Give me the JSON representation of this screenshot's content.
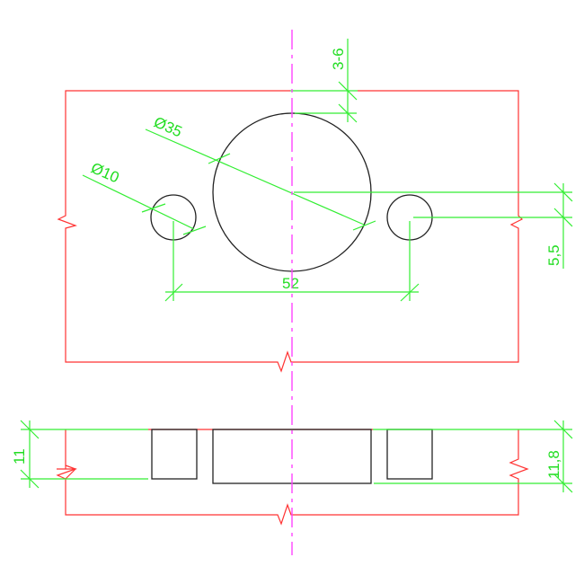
{
  "drawing": {
    "type": "technical-drawing",
    "colors": {
      "outline": "#ff3333",
      "hole": "#222222",
      "dimension": "#33ee33",
      "dimension_text": "#22dd22",
      "centerline": "#ff44ff",
      "background": "#ffffff"
    },
    "views": {
      "top_view": {
        "large_hole": {
          "label": "Ø35"
        },
        "small_hole": {
          "label": "Ø10"
        },
        "hole_spacing": {
          "label": "52"
        },
        "top_offset": {
          "label": "3-6"
        },
        "side_offset": {
          "label": "5,5"
        }
      },
      "section_view": {
        "left_height": {
          "label": "11"
        },
        "right_height": {
          "label": "11,8"
        }
      }
    }
  }
}
